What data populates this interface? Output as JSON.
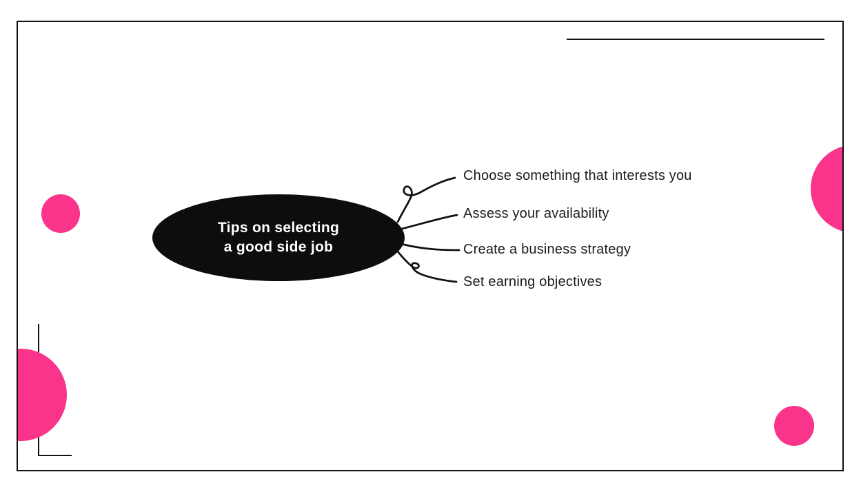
{
  "slide": {
    "title": {
      "line1": "Tips on selecting",
      "line2": "a good side job"
    },
    "branches": [
      {
        "label": "Choose something that interests you"
      },
      {
        "label": "Assess your availability"
      },
      {
        "label": "Create a business strategy"
      },
      {
        "label": "Set earning objectives"
      }
    ],
    "colors": {
      "accent_pink": "#F9348A",
      "ink": "#111111",
      "background": "#ffffff"
    }
  }
}
